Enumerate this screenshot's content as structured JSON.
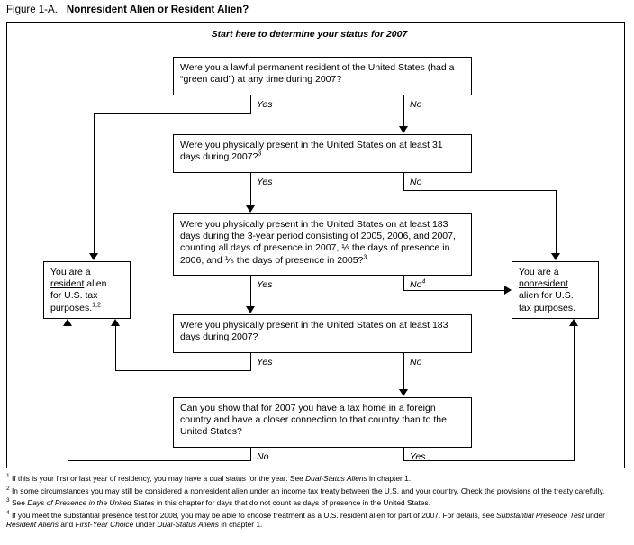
{
  "figure": {
    "label": "Figure 1-A.",
    "title": "Nonresident Alien or Resident Alien?"
  },
  "start_note": "Start here to determine your status for 2007",
  "nodes": {
    "q1": {
      "text": "Were you a lawful permanent resident of the United States (had a “green card”) at any time during 2007?",
      "yes_label": "Yes",
      "no_label": "No"
    },
    "q2": {
      "text": "Were you physically present in the United States on at least 31 days during 2007?",
      "footnote_ref": "3",
      "yes_label": "Yes",
      "no_label": "No"
    },
    "q3": {
      "text": "Were you physically present in the United States on at least 183 days during the 3-year period consisting of 2005, 2006, and 2007, counting all days of presence in 2007, ⅓ the days of presence in 2006, and ⅙ the days of presence in 2005?",
      "footnote_ref": "3",
      "yes_label": "Yes",
      "no_label": "No",
      "no_footnote_ref": "4"
    },
    "q4": {
      "text": "Were you physically present in the United States on at least 183 days during 2007?",
      "yes_label": "Yes",
      "no_label": "No"
    },
    "q5": {
      "text": "Can you show that for 2007 you have a tax home in a foreign country and have a closer connection to that country than to the United States?",
      "no_label": "No",
      "yes_label": "Yes"
    },
    "resident": {
      "line1": "You are a",
      "emphasis": "resident",
      "line2": " alien",
      "line3": "for U.S. tax",
      "line4": "purposes.",
      "footnote_ref": "1,2"
    },
    "nonresident": {
      "line1": "You are a",
      "emphasis": "nonresident",
      "line2": "alien for U.S.",
      "line3": "tax purposes."
    }
  },
  "footnotes": [
    {
      "marker": "1",
      "parts": [
        {
          "t": "If this is your first or last year of residency, you may have a dual status for the year. See ",
          "i": false
        },
        {
          "t": "Dual-Status Aliens",
          "i": true
        },
        {
          "t": " in chapter 1.",
          "i": false
        }
      ]
    },
    {
      "marker": "2",
      "parts": [
        {
          "t": "In some circumstances you may still be considered a nonresident alien under an income tax treaty between the U.S. and your country. Check the provisions of the treaty carefully.",
          "i": false
        }
      ]
    },
    {
      "marker": "3",
      "parts": [
        {
          "t": "See ",
          "i": false
        },
        {
          "t": "Days of Presence in the United States",
          "i": true
        },
        {
          "t": " in this chapter for days that do not count as days of presence in the United States.",
          "i": false
        }
      ]
    },
    {
      "marker": "4",
      "parts": [
        {
          "t": "If you meet the substantial presence test for 2008, you may be able to choose treatment as a U.S. resident alien for part of 2007. For details, see ",
          "i": false
        },
        {
          "t": "Substantial Presence Test",
          "i": true
        },
        {
          "t": " under ",
          "i": false
        },
        {
          "t": "Resident Aliens",
          "i": true
        },
        {
          "t": " and ",
          "i": false
        },
        {
          "t": "First-Year Choice",
          "i": true
        },
        {
          "t": " under ",
          "i": false
        },
        {
          "t": "Dual-Status Aliens",
          "i": true
        },
        {
          "t": " in chapter 1.",
          "i": false
        }
      ]
    }
  ],
  "colors": {
    "ink": "#000000",
    "paper": "#ffffff"
  }
}
